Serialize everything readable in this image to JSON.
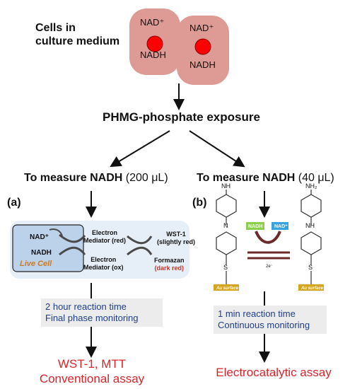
{
  "cells": {
    "label_line1": "Cells in",
    "label_line2": "culture medium",
    "cell_top": "NAD⁺",
    "cell_bottom": "NADH"
  },
  "exposure": "PHMG-phosphate exposure",
  "left_branch": {
    "heading_prefix": "To measure ",
    "heading_bold": "NADH",
    "heading_volume": " (200 μL)",
    "panel_label": "(a)",
    "live_cell_top": "NAD⁺",
    "live_cell_bottom": "NADH",
    "live_cell_label": "Live Cell",
    "mediator_red_1": "Electron",
    "mediator_red_2": "Mediator (red)",
    "mediator_ox_1": "Electron",
    "mediator_ox_2": "Mediator (ox)",
    "wst_1": "WST-1",
    "wst_2": "(slightly red)",
    "formazan_1": "Formazan",
    "formazan_2": "(dark red)",
    "info_line1": "2 hour reaction time",
    "info_line2": "Final phase monitoring",
    "result_line1": "WST-1, MTT",
    "result_line2": "Conventional assay"
  },
  "right_branch": {
    "heading_prefix": "To measure ",
    "heading_bold": "NADH",
    "heading_volume": " (40 μL)",
    "panel_label": "(b)",
    "nh_label": "NH",
    "n_label": "N",
    "s_label": "S",
    "nh2_label": "NH₂",
    "nh_mid_label": "NH",
    "au_surface": "Au surface",
    "nadh_tag": "NADH",
    "nad_tag": "NAD⁺",
    "electron_label": "2e⁻",
    "info_line1": "1 min reaction time",
    "info_line2": "Continuous monitoring",
    "result": "Electrocatalytic assay"
  },
  "colors": {
    "cell_fill": "#de9a94",
    "nucleus": "#ff0000",
    "panel_bg": "#e6eef8",
    "live_cell_fill": "#bcd1ea",
    "live_cell_label": "#d07a1e",
    "formazan_text": "#c0392b",
    "result_text": "#d6262b",
    "info_text": "#1f3d8a",
    "nadh_tag": "#8ccf4a",
    "nad_tag": "#36a3e0",
    "gold": "#d4a520",
    "arrow_dark": "#6b2b2b"
  }
}
